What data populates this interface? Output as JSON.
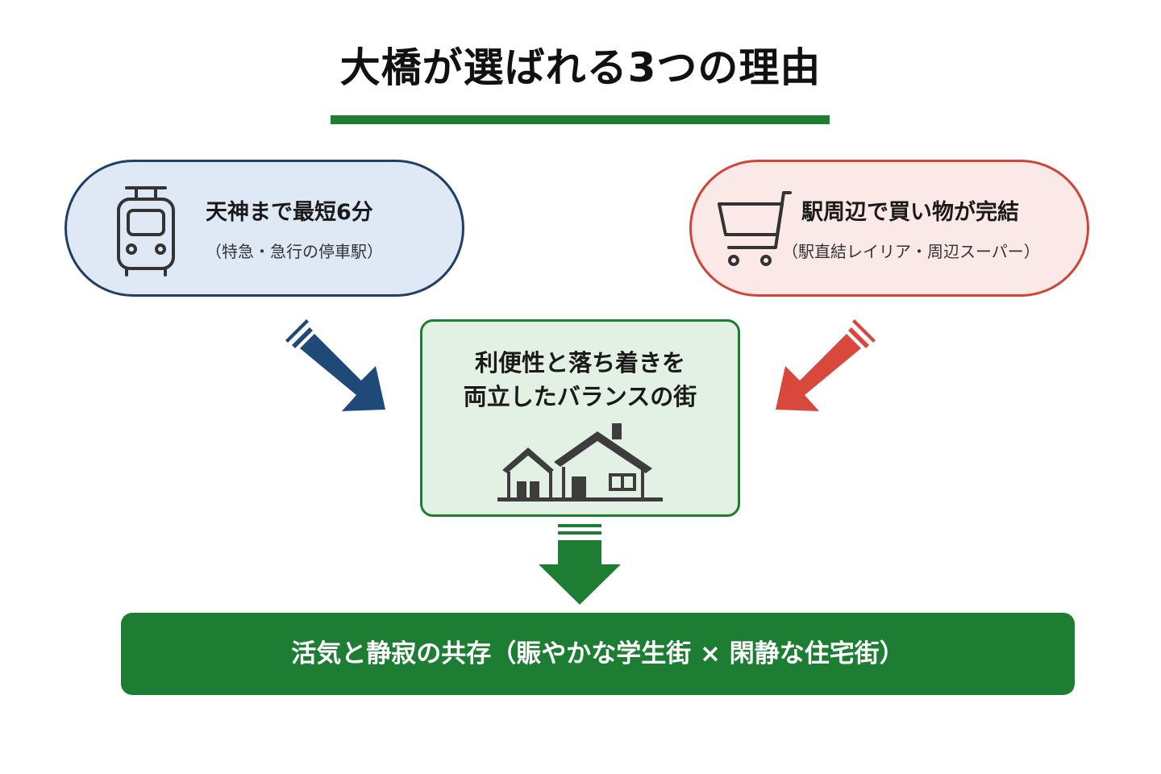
{
  "title": "大橋が選ばれる3つの理由",
  "reasons": [
    {
      "heading": "天神まで最短6分",
      "sub": "（特急・急行の停車駅）",
      "icon": "train-icon",
      "color": "#1f3f66"
    },
    {
      "heading": "駅周辺で買い物が完結",
      "sub": "（駅直結レイリア・周辺スーパー）",
      "icon": "shopping-cart-icon",
      "color": "#d0453a"
    }
  ],
  "center": {
    "line1": "利便性と落ち着きを",
    "line2": "両立したバランスの街",
    "icon": "house-icon",
    "color": "#1d7d32"
  },
  "conclusion": "活気と静寂の共存（賑やかな学生街 × 閑静な住宅街）"
}
